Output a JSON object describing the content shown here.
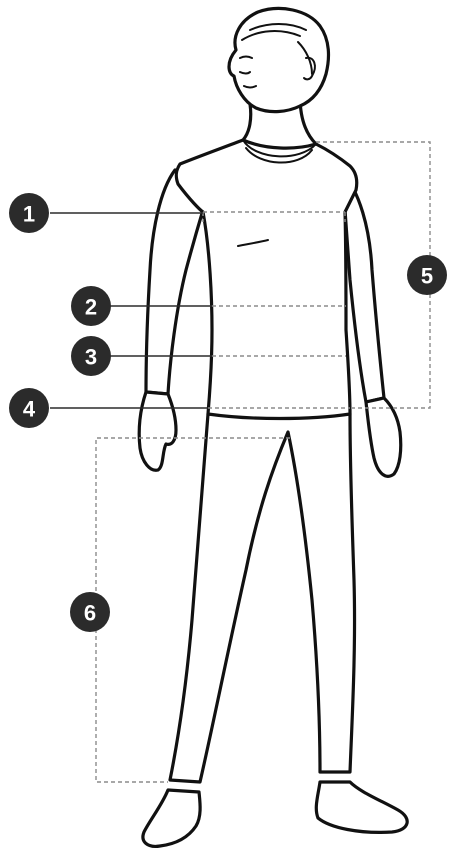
{
  "markers": [
    {
      "id": "1",
      "label": "1"
    },
    {
      "id": "2",
      "label": "2"
    },
    {
      "id": "3",
      "label": "3"
    },
    {
      "id": "4",
      "label": "4"
    },
    {
      "id": "5",
      "label": "5"
    },
    {
      "id": "6",
      "label": "6"
    }
  ],
  "colors": {
    "outline": "#111111",
    "badge_fill": "#2b2b2b",
    "badge_text": "#ffffff",
    "guide_line": "#8c8c8c"
  }
}
